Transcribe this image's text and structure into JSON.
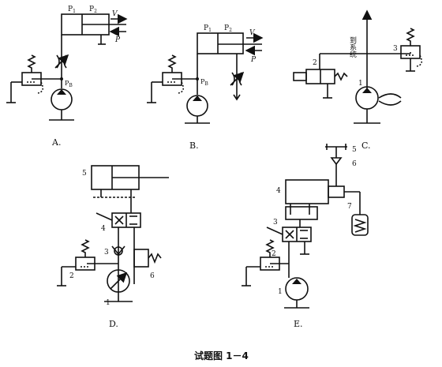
{
  "figure": {
    "caption": "试题图 1－4",
    "panels": {
      "A": {
        "label": "A.",
        "chamber_left": "P",
        "chamber_left_sub": "1",
        "chamber_right": "P",
        "chamber_right_sub": "2",
        "velocity": "V",
        "load": "P",
        "pump_pressure": "P",
        "pump_pressure_sub": "B"
      },
      "B": {
        "label": "B.",
        "chamber_left": "P",
        "chamber_left_sub": "1",
        "chamber_right": "P",
        "chamber_right_sub": "2",
        "velocity": "V",
        "load": "P",
        "pump_pressure": "P",
        "pump_pressure_sub": "B"
      },
      "C": {
        "label": "C.",
        "to_system": "到系统",
        "valve_num": "2",
        "pump_num": "1",
        "relief_num": "3"
      },
      "D": {
        "label": "D.",
        "cylinder_num": "5",
        "valve_num": "4",
        "check_num": "3",
        "relief_num": "2",
        "pump_num": "1",
        "throttle_num": "6"
      },
      "E": {
        "label": "E.",
        "tank_num": "5",
        "check_num": "6",
        "cylinder_num": "4",
        "accumulator_num": "7",
        "valve_num": "3",
        "relief_num": "2",
        "pump_num": "1"
      }
    }
  }
}
